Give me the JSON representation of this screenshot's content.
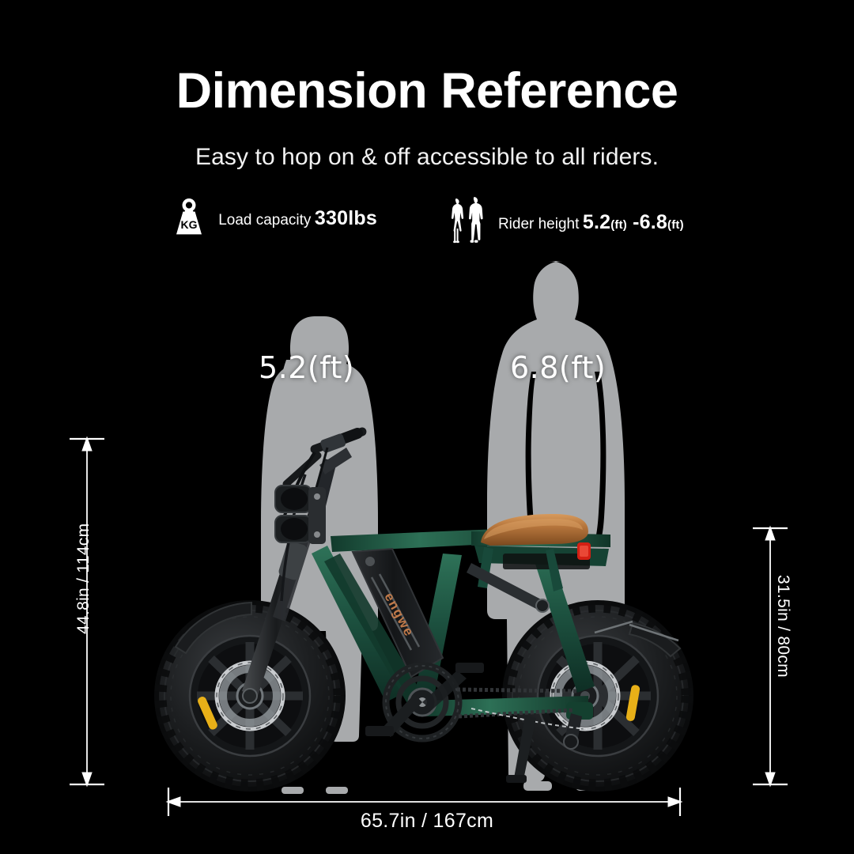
{
  "page": {
    "title": "Dimension Reference",
    "subtitle": "Easy to hop on & off accessible to all riders.",
    "background_color": "#000000",
    "text_color": "#ffffff"
  },
  "specs": [
    {
      "icon": "weight-kg-icon",
      "label": "Load capacity",
      "value": "330lbs"
    },
    {
      "icon": "rider-height-people-icon",
      "label": "Rider height",
      "value_min": "5.2",
      "value_min_unit": "(ft)",
      "separator": "-",
      "value_max": "6.8",
      "value_max_unit": "(ft)"
    }
  ],
  "silhouettes": [
    {
      "name": "female-silhouette",
      "height_label": "5.2(ft)",
      "color": "#a8aaac"
    },
    {
      "name": "male-silhouette",
      "height_label": "6.8(ft)",
      "color": "#a8aaac"
    }
  ],
  "dimensions": {
    "height": "44.8in / 114cm",
    "seat_height": "31.5in / 80cm",
    "length": "65.7in / 167cm",
    "line_color": "#ffffff"
  },
  "product": {
    "brand": "engwe",
    "frame_color": "#1d5240",
    "saddle_color": "#b5753c",
    "taillight_color": "#d32014",
    "reflector_color": "#e8b018",
    "tire_color": "#17181a"
  }
}
